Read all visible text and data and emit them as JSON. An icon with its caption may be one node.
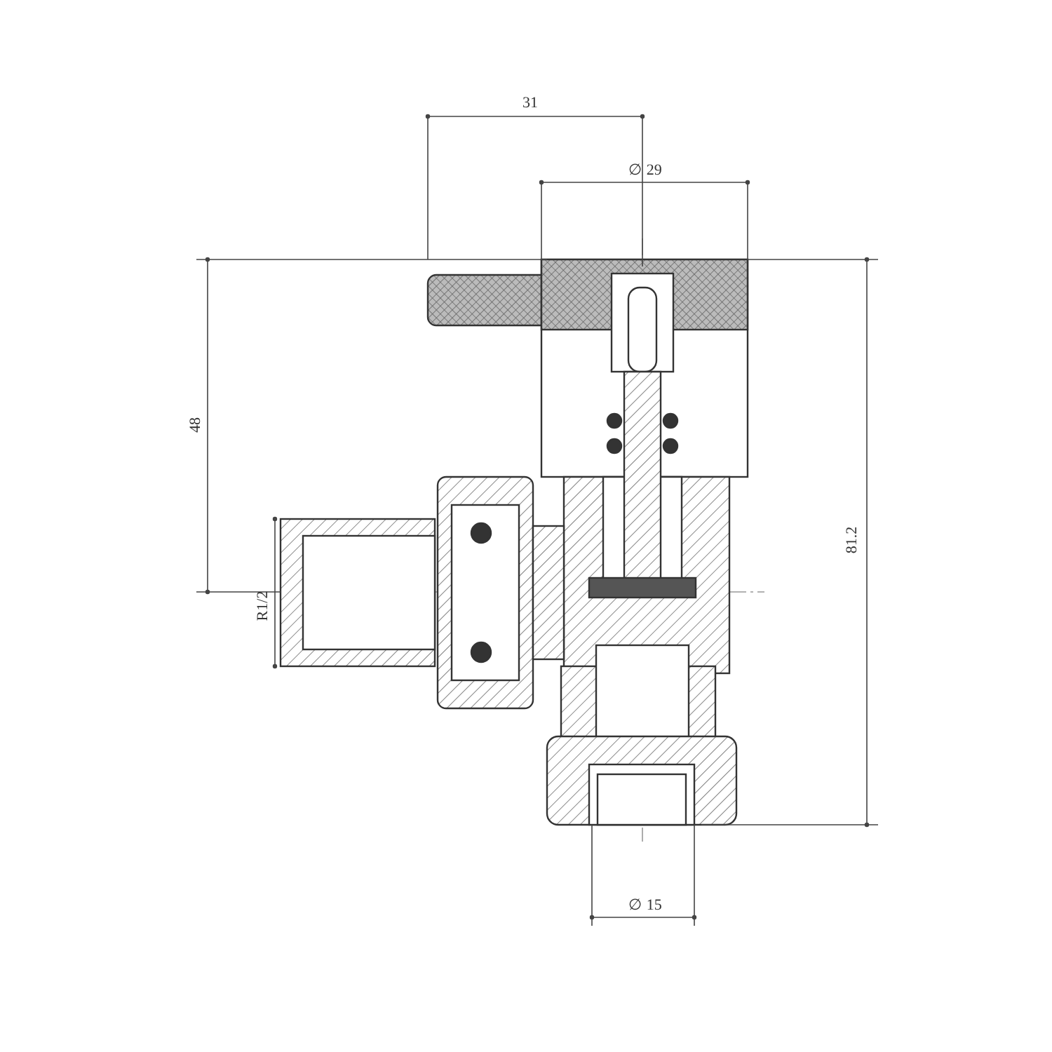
{
  "diagram": {
    "labels": [
      "31",
      "∅ 29",
      "48",
      "R1/2",
      "81.2",
      "∅ 15"
    ]
  }
}
